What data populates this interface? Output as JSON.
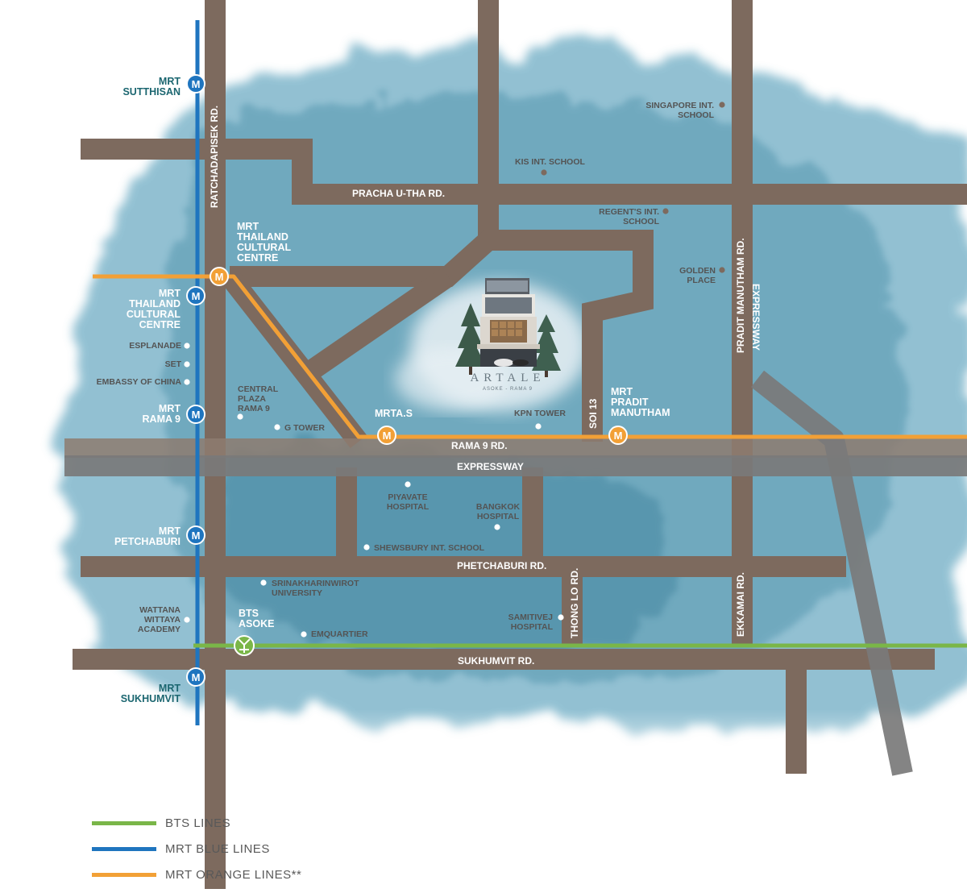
{
  "colors": {
    "road": "#7d6a5e",
    "expressway": "#7a7a7a",
    "bts": "#7ab648",
    "mrt_blue": "#1f75bf",
    "mrt_orange": "#f2a036",
    "watercolor": "#7fb6cb",
    "poi_dot": "#ffffff",
    "poi_dot_dark": "#7d6a5e"
  },
  "roads": {
    "ratchadapisek": "RATCHADAPISEK RD.",
    "pracha_u_tha": "PRACHA U-THA RD.",
    "rama9": "RAMA 9 RD.",
    "expressway_h": "EXPRESSWAY",
    "phetchaburi": "PHETCHABURI RD.",
    "sukhumvit": "SUKHUMVIT RD.",
    "pradit_manutham": "PRADIT MANUTHAM RD.",
    "expressway_v": "EXPRESSWAY",
    "soi13": "SOI 13",
    "thong_lo": "THONG LO RD.",
    "ekkamai": "EKKAMAI RD."
  },
  "stations": {
    "sutthisan": "MRT\nSUTTHISAN",
    "thailand_cc_blue": "MRT\nTHAILAND\nCULTURAL\nCENTRE",
    "thailand_cc_orange": "MRT\nTHAILAND\nCULTURAL\nCENTRE",
    "rama9": "MRT\nRAMA 9",
    "mrtas": "MRTA.S",
    "pradit_manutham": "MRT\nPRADIT\nMANUTHAM",
    "petchaburi": "MRT\nPETCHABURI",
    "bts_asoke": "BTS\nASOKE",
    "sukhumvit": "MRT\nSUKHUMVIT",
    "mrt_symbol": "M"
  },
  "pois": {
    "singapore": "SINGAPORE INT.\nSCHOOL",
    "kis": "KIS INT. SCHOOL",
    "regents": "REGENT'S INT.\nSCHOOL",
    "golden": "GOLDEN\nPLACE",
    "esplanade": "ESPLANADE",
    "set": "SET",
    "embassy": "EMBASSY OF CHINA",
    "central": "CENTRAL\nPLAZA\nRAMA 9",
    "gtower": "G TOWER",
    "kpn": "KPN TOWER",
    "piyavate": "PIYAVATE\nHOSPITAL",
    "bangkok": "BANGKOK\nHOSPITAL",
    "shewsbury": "SHEWSBURY INT. SCHOOL",
    "srinakharinwirot": "SRINAKHARINWIROT\nUNIVERSITY",
    "wattana": "WATTANA\nWITTAYA\nACADEMY",
    "emquartier": "EMQUARTIER",
    "samitivej": "SAMITIVEJ\nHOSPITAL"
  },
  "brand": {
    "name": "ARTALE",
    "sub": "ASOKE - RAMA 9"
  },
  "legend": [
    {
      "label": "BTS LINES",
      "color": "#7ab648"
    },
    {
      "label": "MRT BLUE LINES",
      "color": "#1f75bf"
    },
    {
      "label": "MRT ORANGE LINES**",
      "color": "#f2a036"
    }
  ]
}
